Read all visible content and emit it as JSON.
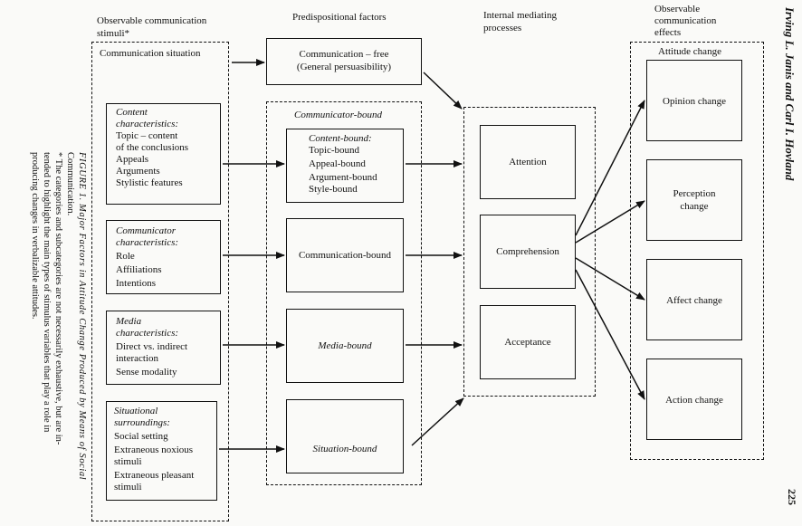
{
  "col_headers": {
    "stimuli": [
      "Observable communication",
      "stimuli*"
    ],
    "predispositional": "Predispositional factors",
    "mediating": [
      "Internal mediating",
      "processes"
    ],
    "effects": [
      "Observable",
      "communication",
      "effects"
    ]
  },
  "stimuli": {
    "situation": "Communication situation",
    "content_title": [
      "Content",
      "characteristics:"
    ],
    "content_items": [
      "Topic – content",
      "of the conclusions",
      "Appeals",
      "Arguments",
      "Stylistic features"
    ],
    "communicator_title": [
      "Communicator",
      "characteristics:"
    ],
    "communicator_items": [
      "Role",
      "Affiliations",
      "Intentions"
    ],
    "media_title": [
      "Media",
      "characteristics:"
    ],
    "media_items": [
      "Direct vs. indirect",
      "interaction",
      "Sense modality"
    ],
    "situational_title": [
      "Situational",
      "surroundings:"
    ],
    "situational_items": [
      "Social setting",
      "Extraneous noxious",
      "stimuli",
      "Extraneous pleasant",
      "stimuli"
    ]
  },
  "predisposition": {
    "free": [
      "Communication – free",
      "(General persuasibility)"
    ],
    "communicator_bound": "Communicator-bound",
    "content_bound_title": "Content-bound:",
    "content_bound_items": [
      "Topic-bound",
      "Appeal-bound",
      "Argument-bound",
      "Style-bound"
    ],
    "communication_bound": "Communication-bound",
    "media_bound": "Media-bound",
    "situation_bound": "Situation-bound"
  },
  "mediating": [
    "Attention",
    "Comprehension",
    "Acceptance"
  ],
  "effects": {
    "title": "Attitude change",
    "items": [
      [
        "Opinion change"
      ],
      [
        "Perception",
        "change"
      ],
      [
        "Affect change"
      ],
      [
        "Action change"
      ]
    ]
  },
  "caption": {
    "line1": "FIGURE 1. Major Factors in Attitude Change Produced by Means of Social",
    "line2": "Communication.",
    "line3": "* The categories and subcategories are not necessarily exhaustive, but are in-",
    "line4": "tended to highlight the main types of stimulus variables that play a role in",
    "line5": "producing changes in verbalizable attitudes."
  },
  "running_head": "Irving L. Janis and Carl I. Hovland",
  "page_number": "225"
}
